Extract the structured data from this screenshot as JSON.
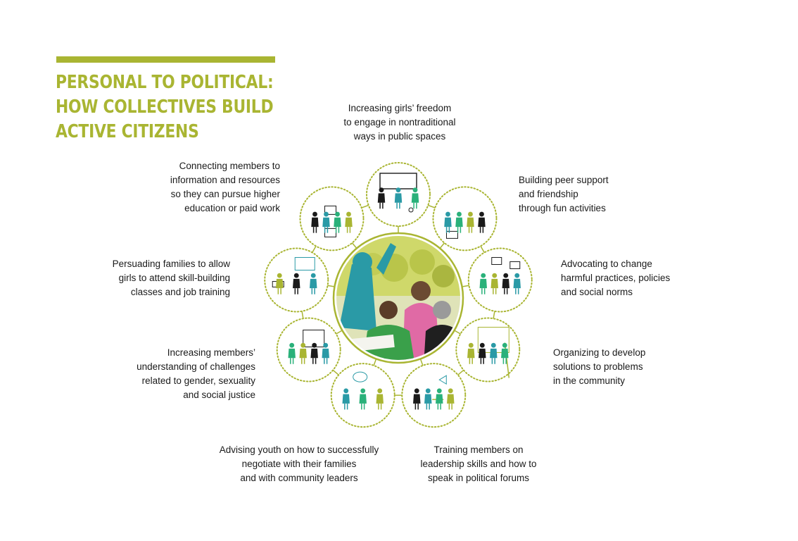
{
  "title": {
    "lines": [
      "PERSONAL TO POLITICAL:",
      "HOW COLLECTIVES BUILD",
      "ACTIVE CITIZENS"
    ]
  },
  "colors": {
    "accent": "#a9b532",
    "teal": "#2a9aa6",
    "green": "#2ab17a",
    "dark": "#1a1a1a"
  },
  "center_photo": {
    "icon": "group-of-girls-photo"
  },
  "nodes": [
    {
      "id": "freedom",
      "icon": "soccer-goal-girls-icon",
      "label_lines": [
        "Increasing girls’ freedom",
        "to engage in nontraditional",
        "ways in public spaces"
      ]
    },
    {
      "id": "peer-support",
      "icon": "girls-playing-music-icon",
      "label_lines": [
        "Building peer support",
        "and friendship",
        "through fun activities"
      ]
    },
    {
      "id": "advocating",
      "icon": "protest-signs-icon",
      "label_lines": [
        "Advocating to change",
        "harmful practices, policies",
        "and social norms"
      ]
    },
    {
      "id": "organizing",
      "icon": "ladder-painting-icon",
      "label_lines": [
        "Organizing to develop",
        "solutions to problems",
        "in the community"
      ]
    },
    {
      "id": "training",
      "icon": "megaphone-speaker-icon",
      "label_lines": [
        "Training members on",
        "leadership skills and how to",
        "speak in political forums"
      ]
    },
    {
      "id": "advising",
      "icon": "speech-bubble-family-icon",
      "label_lines": [
        "Advising youth on how to successfully",
        "negotiate with their families",
        "and with community leaders"
      ]
    },
    {
      "id": "understanding",
      "icon": "whiteboard-shapes-icon",
      "label_lines": [
        "Increasing members’",
        "understanding of challenges",
        "related to gender, sexuality",
        "and social justice"
      ]
    },
    {
      "id": "persuading",
      "icon": "classroom-training-icon",
      "label_lines": [
        "Persuading families to allow",
        "girls to attend skill-building",
        "classes and job training"
      ]
    },
    {
      "id": "connecting",
      "icon": "computer-desk-icon",
      "label_lines": [
        "Connecting members to",
        "information and resources",
        "so they can pursue higher",
        "education or paid work"
      ]
    }
  ]
}
